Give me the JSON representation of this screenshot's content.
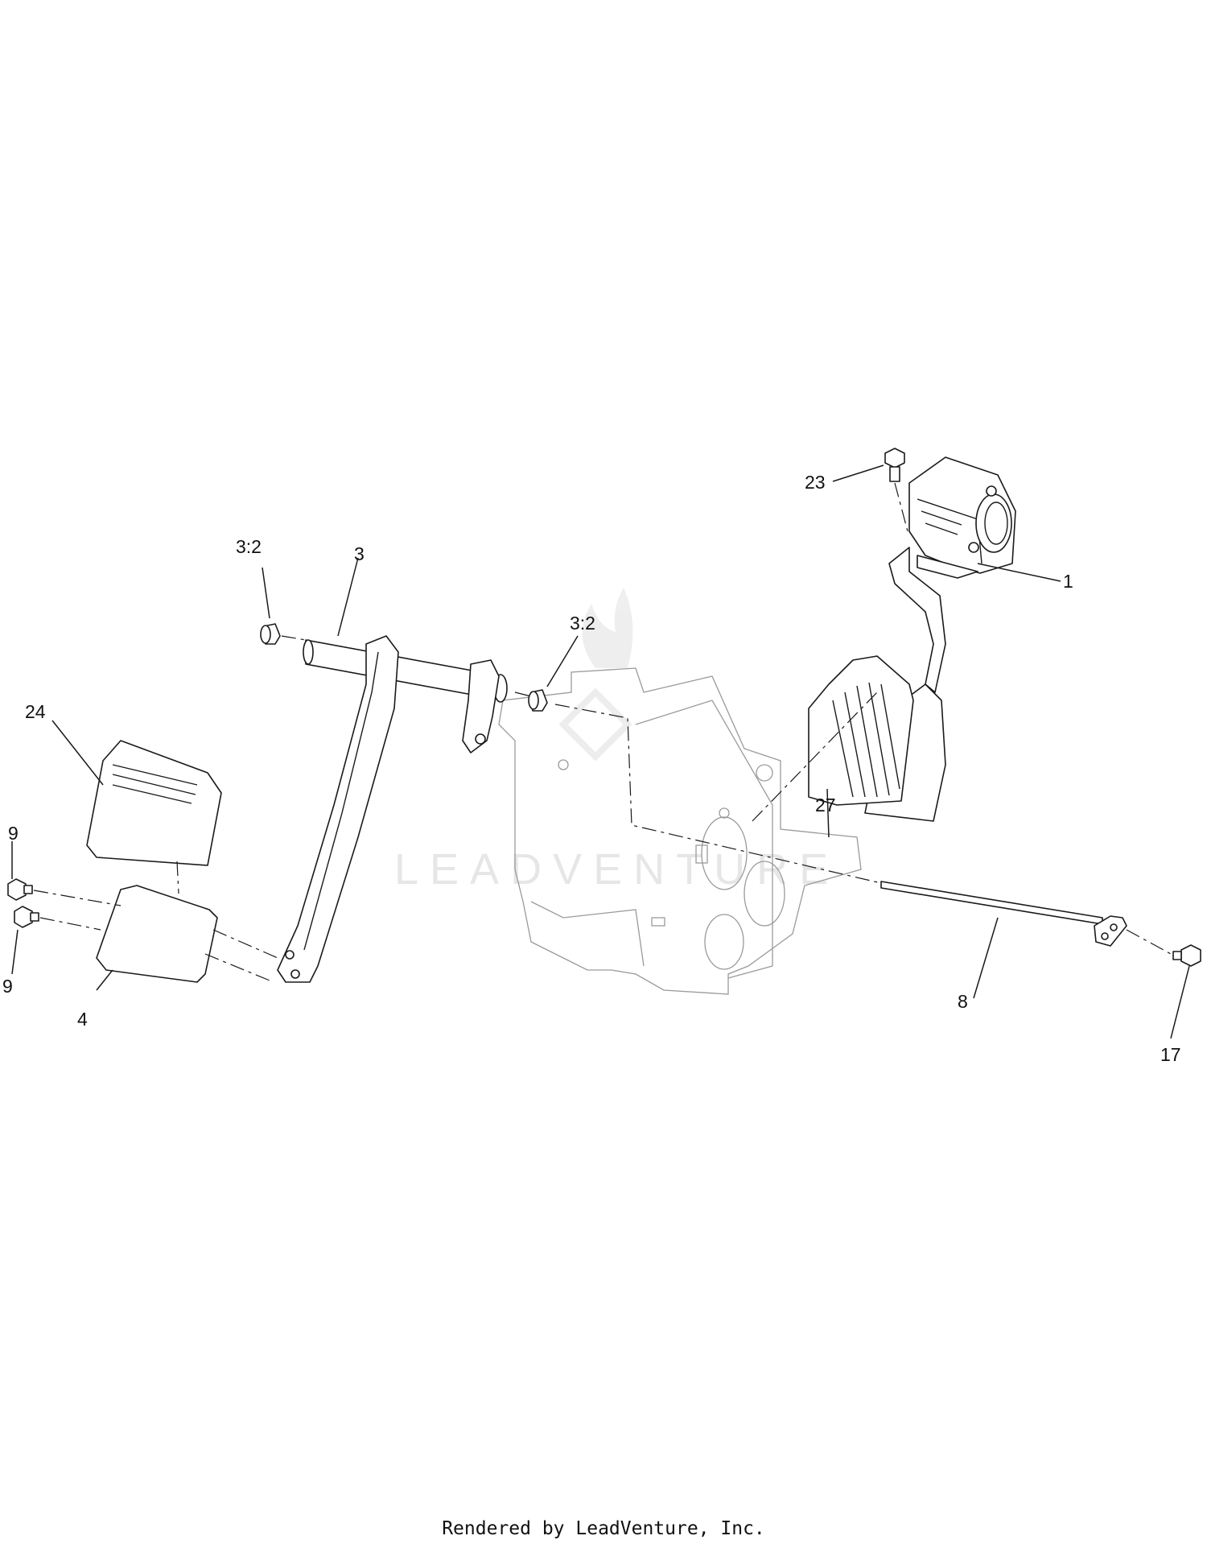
{
  "diagram": {
    "callouts": {
      "c23": "23",
      "c1": "1",
      "c3_2a": "3:2",
      "c3": "3",
      "c3_2b": "3:2",
      "c24": "24",
      "c27": "27",
      "c9a": "9",
      "c9b": "9",
      "c4": "4",
      "c8": "8",
      "c17": "17"
    },
    "watermark": "LEADVENTURE",
    "footer": "Rendered by LeadVenture, Inc."
  }
}
